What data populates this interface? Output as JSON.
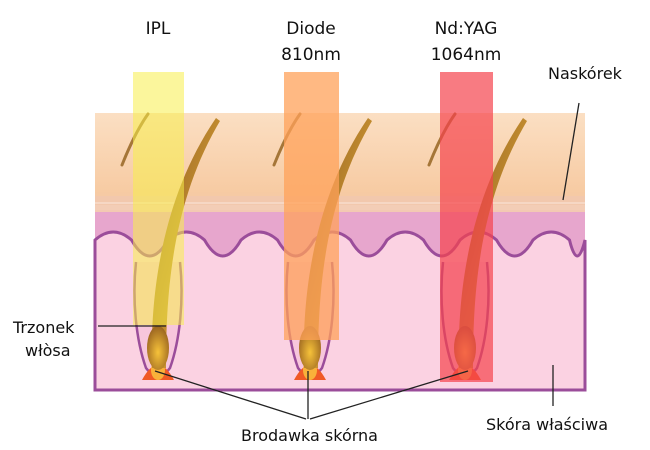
{
  "lasers": [
    {
      "line1": "IPL",
      "line2": "",
      "color": "#f7ef4a"
    },
    {
      "line1": "Diode",
      "line2": "810nm",
      "color": "#ffa25a"
    },
    {
      "line1": "Nd:YAG",
      "line2": "1064nm",
      "color": "#f5434d"
    }
  ],
  "labels": {
    "epidermis": "Naskórek",
    "hair_shaft_line1": "Trzonek",
    "hair_shaft_line2": "włòsa",
    "papilla": "Brodawka skórna",
    "dermis": "Skóra właściwa"
  },
  "colors": {
    "epidermis": "#f9d4b0",
    "dermis_upper": "#e6a3cb",
    "dermis_lower": "#fbd2e2",
    "wavy_border": "#9b4d9a",
    "hair": "#b07a2a",
    "papilla": "#f05a26",
    "leader_line": "#222222"
  }
}
